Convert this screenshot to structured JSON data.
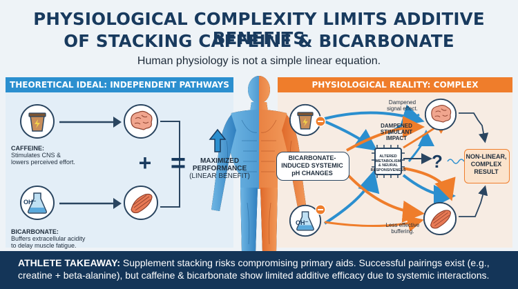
{
  "header": {
    "title_line1": "PHYSIOLOGICAL COMPLEXITY LIMITS ADDITIVE BENEFITS",
    "title_line2": "OF STACKING CAFFEINE & BICARBONATE",
    "subtitle": "Human physiology is not a simple linear equation."
  },
  "left_panel": {
    "banner": "THEORETICAL IDEAL: INDEPENDENT PATHWAYS",
    "caffeine_title": "CAFFEINE:",
    "caffeine_desc1": "Stimulates CNS &",
    "caffeine_desc2": "lowers perceived effort.",
    "bicarb_title": "BICARBONATE:",
    "bicarb_desc1": "Buffers extracellular acidity",
    "bicarb_desc2": "to delay muscle fatigue.",
    "plus": "+",
    "equals": "=",
    "result_line1": "MAXIMIZED",
    "result_line2": "PERFORMANCE",
    "result_line3": "(LINEAR BENEFIT)",
    "oh_label": "OH⁻"
  },
  "right_panel": {
    "banner": "PHYSIOLOGICAL REALITY: COMPLEX INTERACTIONS",
    "dampened_signal1": "Dampened",
    "dampened_signal2": "signal effect.",
    "dampened_impact1": "DAMPENED",
    "dampened_impact2": "STIMULANT",
    "dampened_impact3": "IMPACT",
    "bicarb_box1": "BICARBONATE-",
    "bicarb_box2": "INDUCED SYSTEMIC",
    "bicarb_box3": "pH CHANGES",
    "chip1": "ALTERED",
    "chip2": "METABOLISM",
    "chip3": "& NEURAL",
    "chip4": "RESPONSIVENESS",
    "question": "?",
    "result1": "NON-LINEAR,",
    "result2": "COMPLEX",
    "result3": "RESULT",
    "less1": "Less effective",
    "less2": "buffering.",
    "oh_label": "OH⁻"
  },
  "footer": {
    "head": "ATHLETE TAKEAWAY:",
    "body": " Supplement stacking risks compromising primary aids. Successful pairings exist (e.g., creatine + beta-alanine), but caffeine & bicarbonate show limited additive efficacy due to systemic interactions."
  },
  "colors": {
    "navy": "#183a5e",
    "blue": "#2b8fcf",
    "orange": "#ef7d2b",
    "footer_bg": "#143558"
  }
}
